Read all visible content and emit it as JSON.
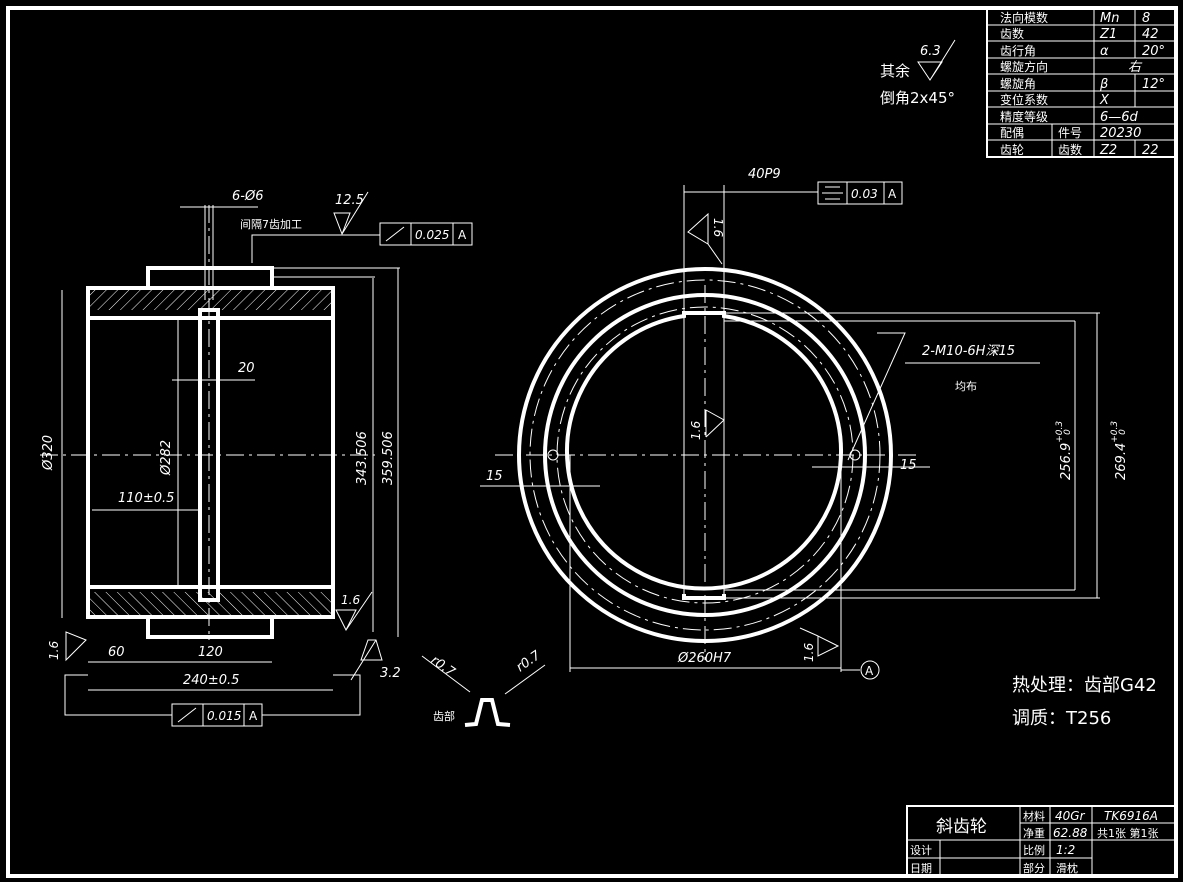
{
  "params_table": {
    "rows": [
      {
        "label": "法向模数",
        "sym": "Mn",
        "val": "8"
      },
      {
        "label": "齿数",
        "sym": "Z1",
        "val": "42"
      },
      {
        "label": "齿行角",
        "sym": "α",
        "val": "20°"
      },
      {
        "label": "螺旋方向",
        "sym": "右",
        "val": ""
      },
      {
        "label": "螺旋角",
        "sym": "β",
        "val": "12°"
      },
      {
        "label": "变位系数",
        "sym": "X",
        "val": ""
      },
      {
        "label": "精度等级",
        "sym": "6—6d",
        "val": ""
      }
    ],
    "mate": {
      "label1": "配偶",
      "label2": "齿轮",
      "part_no_label": "件号",
      "part_no": "20230",
      "teeth_label": "齿数",
      "z_sym": "Z2",
      "z_val": "22"
    }
  },
  "notes": {
    "rest_label": "其余",
    "rest_roughness": "6.3",
    "chamfer": "倒角2x45°",
    "heat_treatment": "热处理：齿部G42",
    "quenching": "调质：T256",
    "tooth_label": "齿部",
    "r1": "r0.7",
    "r2": "r0.7"
  },
  "left_view": {
    "holes": "6-Ø6",
    "holes_note": "间隔7齿加工",
    "roughness_top": "12.5",
    "runout_top": {
      "tol": "0.025",
      "datum": "A"
    },
    "dim_20": "20",
    "dim_320": "Ø320",
    "dim_282": "Ø282",
    "dim_110": "110±0.5",
    "dim_343": "343.506",
    "dim_359": "359.506",
    "dim_60": "60",
    "dim_120": "120",
    "dim_240": "240±0.5",
    "rough_16a": "1.6",
    "rough_16b": "1.6",
    "rough_32": "3.2",
    "runout_bottom": {
      "tol": "0.015",
      "datum": "A"
    }
  },
  "right_view": {
    "keyway": "40P9",
    "sym_tol": {
      "tol": "0.03",
      "datum": "A"
    },
    "rough_top": "1.6",
    "rough_mid": "1.6",
    "rough_bot": "1.6",
    "thread": "2-M10-6H深15",
    "thread_note": "均布",
    "dim_15l": "15",
    "dim_15r": "15",
    "dim_2569": "256.9",
    "tol_2569": "+0.3",
    "tol0_2569": "0",
    "dim_2694": "269.4",
    "tol_2694": "+0.3",
    "tol0_2694": "0",
    "bore": "Ø260H7",
    "datum": "A"
  },
  "title_block": {
    "name": "斜齿轮",
    "material_label": "材料",
    "material": "40Gr",
    "drawing_no": "TK6916A",
    "weight_label": "净重",
    "weight": "62.88",
    "sheets": "共1张  第1张",
    "design_label": "设计",
    "date_label": "日期",
    "scale_label": "比例",
    "scale": "1:2",
    "dept_label": "部分",
    "dept": "滑枕"
  }
}
